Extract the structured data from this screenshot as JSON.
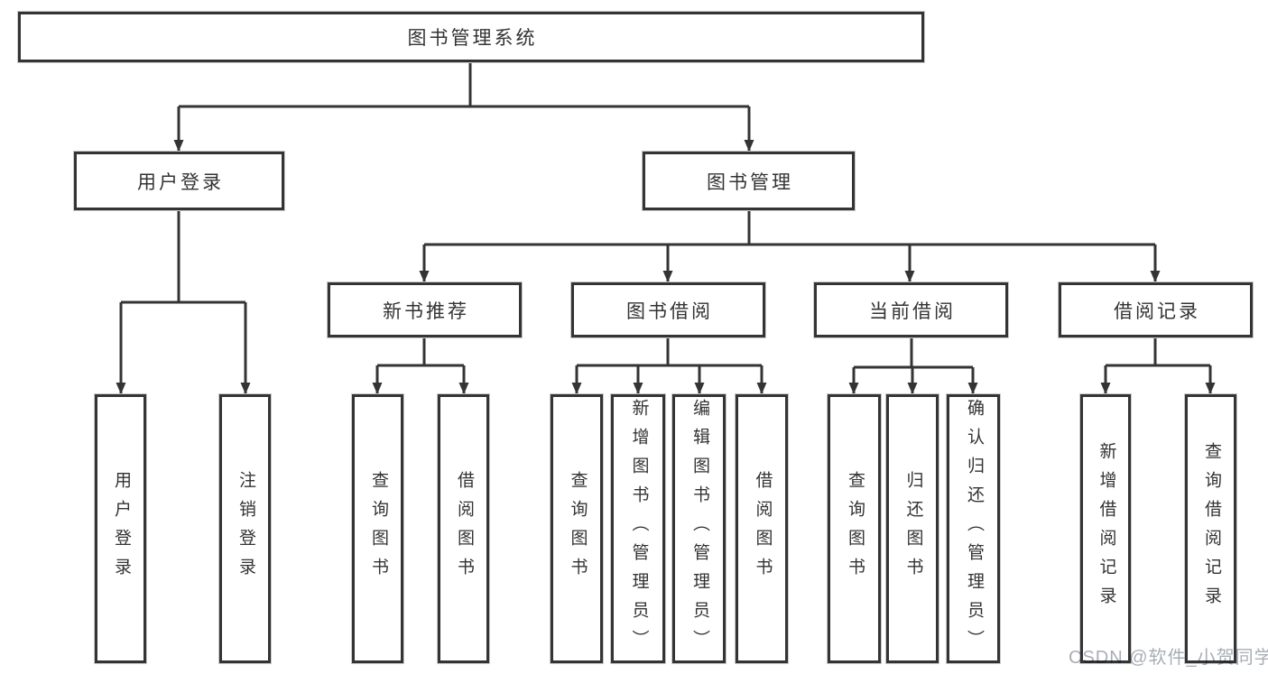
{
  "diagram_type": "tree-hierarchy",
  "colors": {
    "background": "#ffffff",
    "line": "#343434",
    "box_border": "#343434",
    "box_fill": "#ffffff",
    "text": "#333333",
    "watermark": "#a9aeb6"
  },
  "tree": {
    "root": {
      "label": "图书管理系统",
      "children": [
        {
          "label": "用户登录",
          "children": [
            {
              "label": "用户登录"
            },
            {
              "label": "注销登录"
            }
          ]
        },
        {
          "label": "图书管理",
          "children": [
            {
              "label": "新书推荐",
              "children": [
                {
                  "label": "查询图书"
                },
                {
                  "label": "借阅图书"
                }
              ]
            },
            {
              "label": "图书借阅",
              "children": [
                {
                  "label": "查询图书"
                },
                {
                  "label": "新增图书（管理员）"
                },
                {
                  "label": "编辑图书（管理员）"
                },
                {
                  "label": "借阅图书"
                }
              ]
            },
            {
              "label": "当前借阅",
              "children": [
                {
                  "label": "查询图书"
                },
                {
                  "label": "归还图书"
                },
                {
                  "label": "确认归还（管理员）"
                }
              ]
            },
            {
              "label": "借阅记录",
              "children": [
                {
                  "label": "新增借阅记录"
                },
                {
                  "label": "查询借阅记录"
                }
              ]
            }
          ]
        }
      ]
    }
  },
  "watermark": {
    "text": "CSDN @软件_小贺同学"
  }
}
